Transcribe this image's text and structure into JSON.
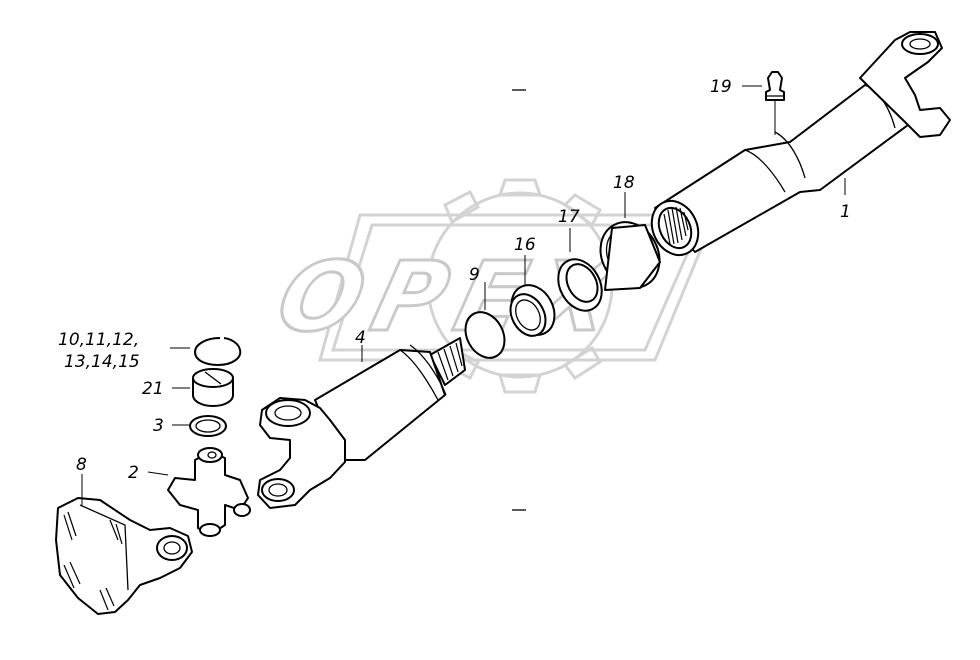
{
  "watermark": {
    "text": "OPEX"
  },
  "callouts": {
    "c1": "1",
    "c2": "2",
    "c3": "3",
    "c4": "4",
    "c8": "8",
    "c9": "9",
    "c16": "16",
    "c17": "17",
    "c18": "18",
    "c19": "19",
    "c21": "21",
    "c10_line1": "10,11,12,",
    "c10_line2": "13,14,15"
  }
}
